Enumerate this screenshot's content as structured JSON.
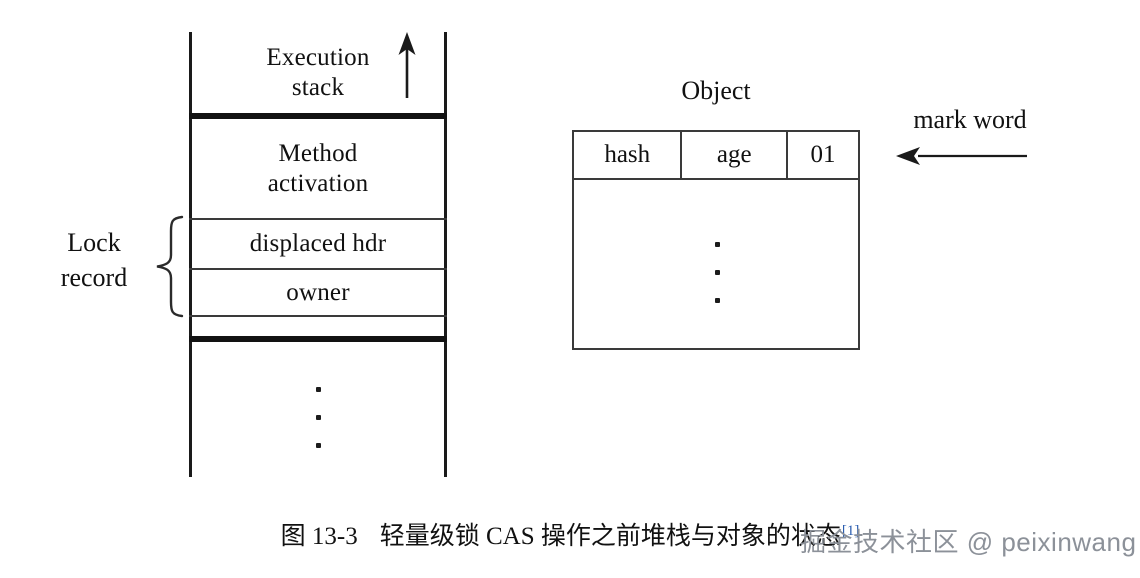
{
  "figure": {
    "caption_number": "图 13-3",
    "caption_text": "轻量级锁 CAS 操作之前堆栈与对象的状态",
    "caption_ref": "[1]",
    "watermark": "掘金技术社区 @ peixinwang",
    "ref_color": "#2a5db0",
    "watermark_color": "#8c9199"
  },
  "stack": {
    "frames": [
      {
        "label": "Execution\nstack",
        "line1": "Execution",
        "line2": "stack"
      },
      {
        "label": "Method\nactivation",
        "line1": "Method",
        "line2": "activation"
      },
      {
        "label": "displaced hdr"
      },
      {
        "label": "owner"
      },
      {
        "label": ""
      }
    ],
    "up_arrow_icon": "arrow-up-icon",
    "ellipsis_icon": "vertical-ellipsis-icon"
  },
  "lock_record": {
    "line1": "Lock",
    "line2": "record",
    "brace_icon": "curly-brace-icon"
  },
  "object": {
    "title": "Object",
    "header_cells": [
      {
        "name": "hash",
        "label": "hash"
      },
      {
        "name": "age",
        "label": "age"
      },
      {
        "name": "lock-bits",
        "label": "01"
      }
    ],
    "body_ellipsis_icon": "vertical-ellipsis-icon"
  },
  "mark_word": {
    "label": "mark word",
    "arrow_icon": "arrow-left-icon"
  }
}
